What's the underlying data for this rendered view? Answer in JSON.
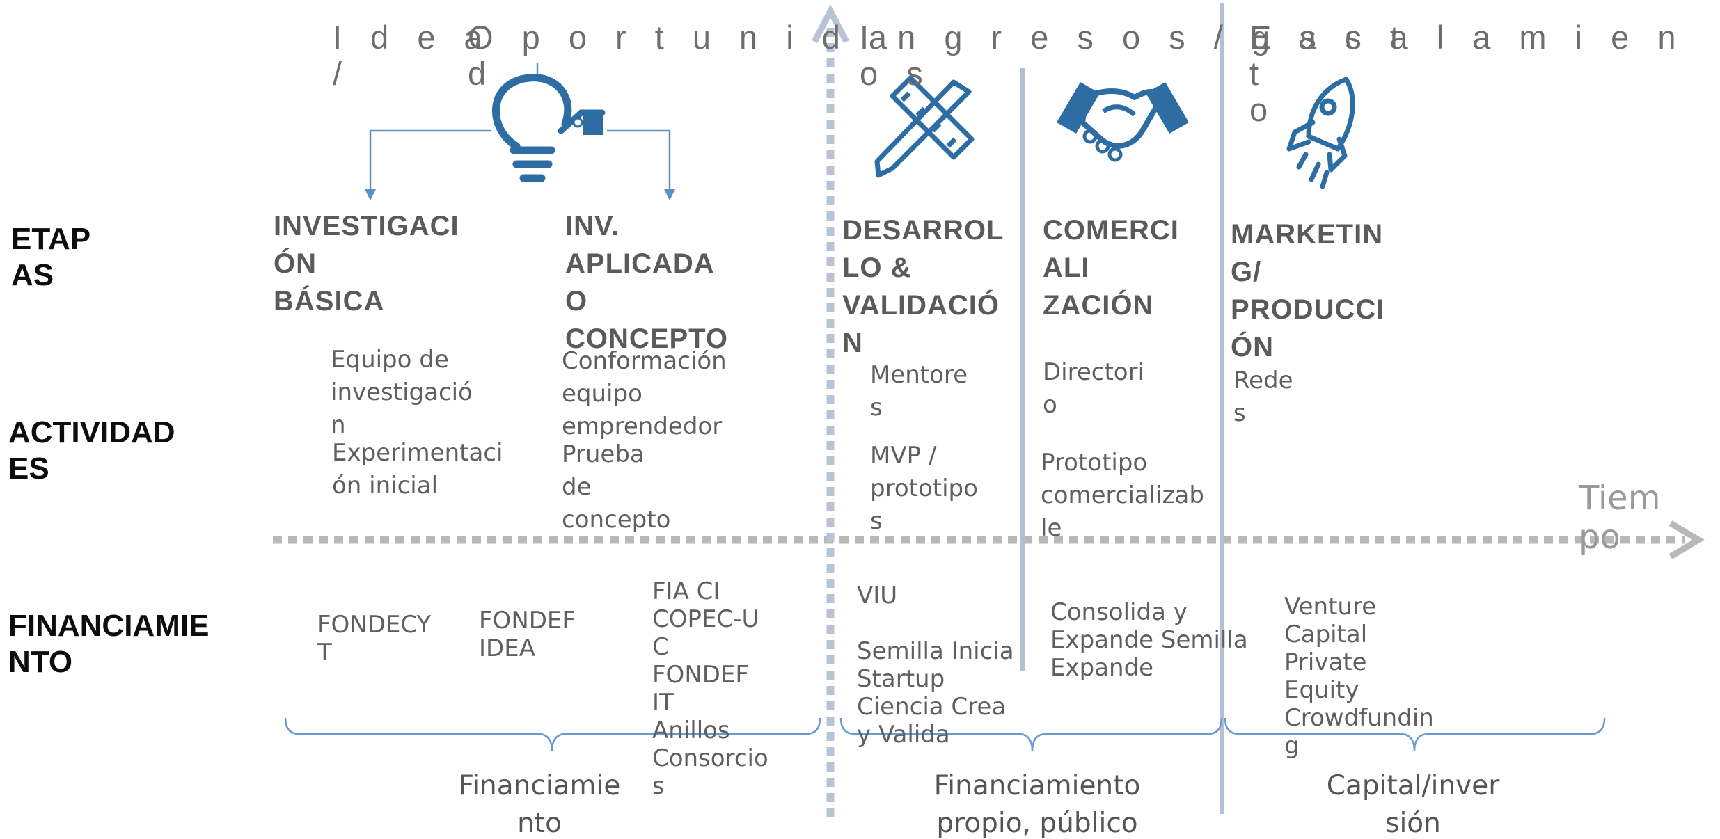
{
  "phases": {
    "idea": "I d e a\n/",
    "oportunidad": "O p o r t u n i d a\nd",
    "ingresos": "I n g r e s o s / g a s t\no s",
    "escalamiento": "E s c a l a m i e n t\no"
  },
  "row_labels": {
    "etapas": "ETAP\nAS",
    "actividades": "ACTIVIDAD\nES",
    "financiamiento": "FINANCIAMIE\nNTO"
  },
  "stages": {
    "investigacion": "INVESTIGACI\n   ÓN\n   BÁSICA",
    "inv_aplicada": "INV.\n   APLICADA\n   O\n   CONCEPTO",
    "desarrollo": "DESARROL\nLO  &\nVALIDACIÓ\nN",
    "comercializacion": "COMERCI\n   ALI\n   ZACIÓN",
    "marketing": "MARKETIN\nG/\nPRODUCCI\nÓN"
  },
  "activities": {
    "investigacion_1": "Equipo de\ninvestigació\nn",
    "investigacion_2": "Experimentaci\nón  inicial",
    "aplicada_1": "Conformación\nequipo\nemprendedor",
    "aplicada_2": "Prueba\nde\nconcepto",
    "desarrollo_1": "Mentore\ns",
    "desarrollo_2": "MVP /\nprototipo\ns",
    "comercial_1": "Directori\no",
    "comercial_2": "Prototipo\ncomercializab\nle",
    "marketing_1": "Rede\ns"
  },
  "funding": {
    "fondecyt": "FONDECY\nT",
    "fondef_idea": "FONDEF\nIDEA",
    "fia_group": "FIA CI\nCOPEC-U\nC\nFONDEF\nIT\nAnillos\nConsorcio\ns",
    "viu_group": "VIU\n\nSemilla Inicia\nStartup\nCiencia  Crea\ny Valida",
    "consolida_group": "Consolida y\nExpande  Semilla\nExpande",
    "venture_group": "Venture\nCapital\nPrivate\nEquity\nCrowdfundin\ng"
  },
  "brace_labels": {
    "financiamiento": "Financiamie\nnto",
    "propio_publico": "Financiamiento\npropio,  público",
    "capital_inversion": "Capital/inver\nsión"
  },
  "axis": {
    "tiempo": "Tiem\npo"
  },
  "colors": {
    "icon_blue": "#2e6da4",
    "arrow_blue": "#5b8fc7",
    "divider": "#b4bfd2",
    "dotted_axis": "#b8b8b8",
    "vertical_dotted": "#b8c3d6",
    "brace": "#6a9ad0"
  },
  "icons": [
    "lightbulb-tag-icon",
    "ruler-pencil-icon",
    "handshake-icon",
    "rocket-icon"
  ]
}
